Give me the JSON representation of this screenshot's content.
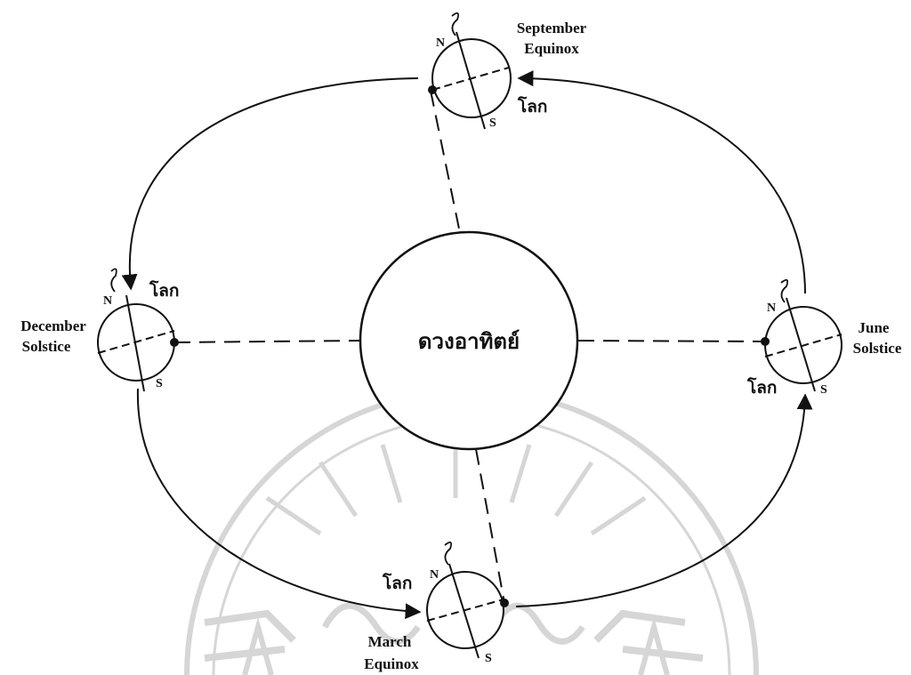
{
  "sun": {
    "label": "ดวงอาทิตย์"
  },
  "earth_label": "โลก",
  "poles": {
    "north": "N",
    "south": "S"
  },
  "positions": {
    "september": {
      "line1": "September",
      "line2": "Equinox"
    },
    "december": {
      "line1": "December",
      "line2": "Solstice"
    },
    "june": {
      "line1": "June",
      "line2": "Solstice"
    },
    "march": {
      "line1": "March",
      "line2": "Equinox"
    }
  },
  "watermark": {
    "visible": true,
    "color": "#d6d6d6"
  },
  "colors": {
    "line": "#111111",
    "background": "#ffffff"
  }
}
